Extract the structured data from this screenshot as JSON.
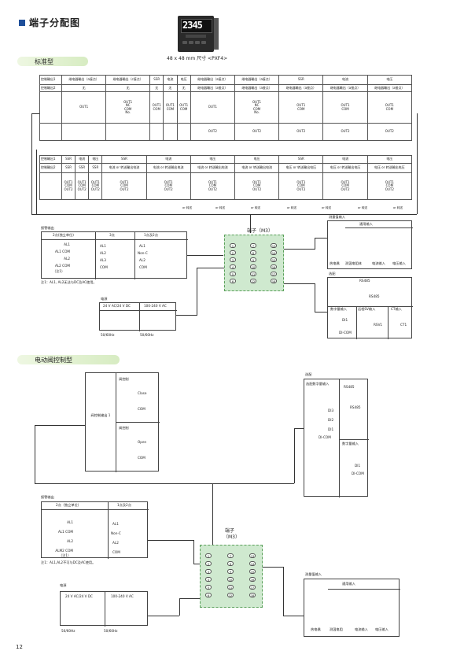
{
  "page": {
    "title": "端子分配图",
    "page_number": "12",
    "device_display": "2345",
    "device_caption": "48 x 48 mm 尺寸 <PXF4>"
  },
  "standard": {
    "section_label": "标准型",
    "row_labels": [
      "控制輸出1",
      "控制輸出2"
    ],
    "top_headers": [
      "继电器輸出（a接点）",
      "继电器輸出（c接点）",
      "SSR",
      "电流",
      "电压",
      "继电器輸出（a接点）",
      "继电器輸出（a接点）",
      "SSR",
      "电流",
      "电压"
    ],
    "top_row2": [
      "无",
      "无",
      "无",
      "无",
      "无",
      "继电器輸出（a接点）",
      "继电器輸出（a接点）",
      "继电器輸出（a接点）",
      "继电器輸出（a接点）",
      "继电器輸出（a接点）"
    ],
    "terminal_labels": {
      "out1": "OUT1",
      "out2": "OUT2",
      "nc": "NC",
      "no": "No.",
      "com": "COM"
    },
    "bottom_row1": [
      "SSR",
      "电流",
      "电压",
      "SSR",
      "电流",
      "电压",
      "电压",
      "SSR",
      "电流",
      "电压"
    ],
    "bottom_row2": [
      "SSR",
      "SSR",
      "SSR",
      "电流 or 转送輸出电流",
      "电流 or 转送輸出电流",
      "电流 or 转送輸出电流",
      "电流 or 转送輸出电流",
      "电压 or 转送輸出电压",
      "电压 or 转送輸出电压",
      "电压 or 转送輸出电压"
    ],
    "bottom_notes": [
      "or 转送",
      "or 转送",
      "or 转送",
      "or 转送",
      "or 转送",
      "or 转送",
      "or 转送"
    ],
    "alarm": {
      "title": "报警输出",
      "col_headers": [
        "2点(独立单位)",
        "3点",
        "1点及2点"
      ],
      "col1": [
        "AL1",
        "AL1 COM",
        "AL2",
        "AL2 COM",
        "（注1）"
      ],
      "col2": [
        "AL1",
        "AL2",
        "AL3",
        "COM"
      ],
      "col3": [
        "AL1",
        "Non-C",
        "AL2",
        "COM"
      ],
      "note": "注1：AL1, AL2无法与DC及AC使用。"
    },
    "terminal_block": {
      "label": "端子（M3）",
      "pins_left": [
        "1",
        "2",
        "3",
        "4",
        "5",
        "6"
      ],
      "pins_mid": [
        "7",
        "8",
        "9",
        "10",
        "11",
        "12"
      ],
      "pins_right": [
        "13",
        "14",
        "15",
        "16",
        "17",
        "18"
      ]
    },
    "power": {
      "title": "电源",
      "options": [
        "24 V AC/24 V DC",
        "100-240 V AC"
      ],
      "freq": [
        "50/60Hz",
        "50/60Hz"
      ]
    },
    "measured_input": {
      "title": "测量值输入",
      "subtitle": "通用输入",
      "types": [
        "热电偶",
        "测温电阻体",
        "电流输入",
        "电压输入"
      ]
    },
    "option": {
      "title": "选配",
      "rs485": "RS485",
      "items": [
        "数字量输入",
        "远程SV输入",
        "CT输入"
      ],
      "di": [
        "DI1",
        "DI-COM"
      ],
      "rsv": "RSV1",
      "ct": "CT1"
    }
  },
  "valve": {
    "section_label": "电动阀控制型",
    "valve_output_label": "阀控制输出 1",
    "valve_ctrl": "阀控制",
    "close_label": "Close",
    "open_label": "Open",
    "com": "COM",
    "option": {
      "title": "选配",
      "di_title": "选配数字量输入",
      "rs485": "RS485",
      "di_pins": [
        "DI3",
        "DI2",
        "DI1",
        "DI-COM"
      ],
      "di2_title": "数字量输入",
      "di2_pins": [
        "DI1",
        "DI-COM"
      ]
    },
    "alarm": {
      "title": "报警输出",
      "col_headers": [
        "2点（独立单位）",
        "1点及2点"
      ],
      "col1": [
        "AL1",
        "AL1 COM",
        "AL2",
        "ALM2 COM",
        "（注1）"
      ],
      "col2": [
        "AL1",
        "Non-C",
        "AL2",
        "COM"
      ],
      "note": "注1：AL1,AL2不可与DC及AC使用。"
    },
    "terminal_block": {
      "label1": "端子",
      "label2": "（M3）"
    },
    "power": {
      "title": "电源",
      "options": [
        "24 V AC/24 V DC",
        "100-240 V AC"
      ],
      "freq": [
        "50/60Hz",
        "50/60Hz"
      ]
    },
    "measured_input": {
      "title": "测量值输入",
      "subtitle": "通用输入",
      "types": [
        "热电偶",
        "测温电阻",
        "电流输入",
        "电压输入"
      ]
    }
  }
}
